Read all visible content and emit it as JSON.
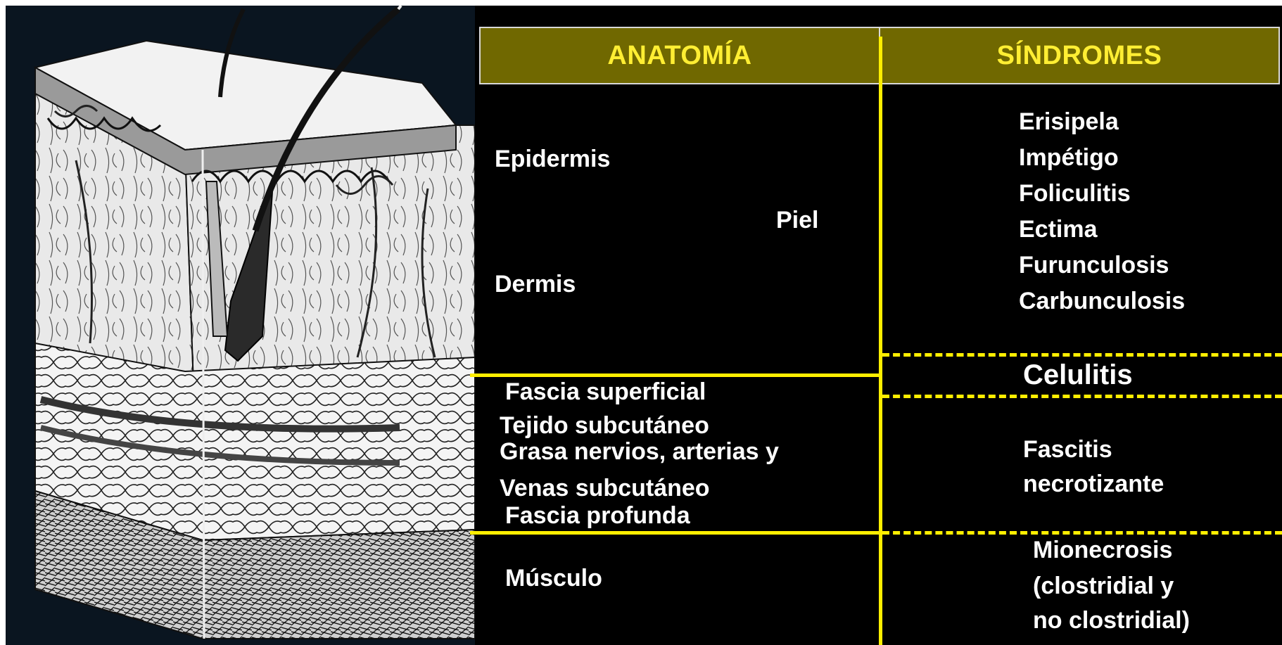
{
  "headers": {
    "anatomy": "ANATOMÍA",
    "syndromes": "SÍNDROMES"
  },
  "anatomy": {
    "epidermis": "Epidermis",
    "piel": "Piel",
    "dermis": "Dermis",
    "fascia_superficial": "Fascia superficial",
    "tejido_subcutaneo": "Tejido subcutáneo",
    "grasa": "Grasa nervios, arterias y",
    "venas": "Venas subcutáneo",
    "fascia_profunda": "Fascia profunda",
    "musculo": "Músculo"
  },
  "syndromes": {
    "skin_list": [
      "Erisipela",
      "Impétigo",
      "Foliculitis",
      "Ectima",
      "Furunculosis",
      "Carbunculosis"
    ],
    "celulitis": "Celulitis",
    "fascitis": [
      "Fascitis",
      "necrotizante"
    ],
    "mionecrosis": [
      "Mionecrosis",
      "(clostridial y",
      "no clostridial)"
    ]
  },
  "colors": {
    "header_bg": "#706800",
    "header_text": "#ffee33",
    "divider": "#ffee00",
    "background": "#000000",
    "text": "#ffffff"
  },
  "illustration": {
    "name": "skin-cross-section-drawing"
  }
}
